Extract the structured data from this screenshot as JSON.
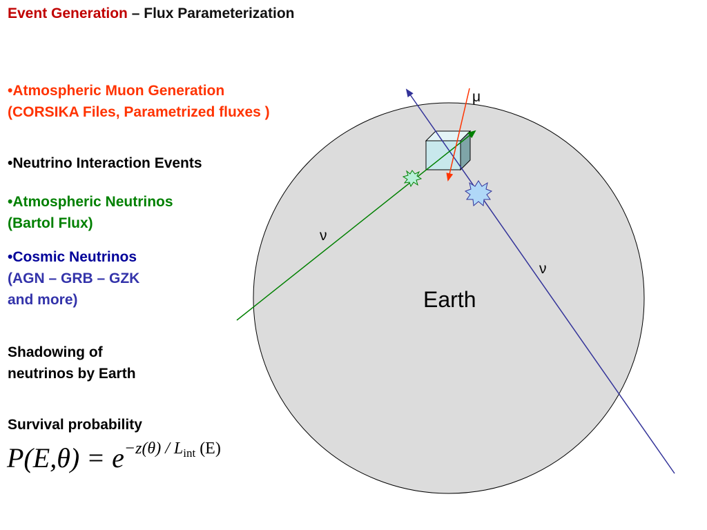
{
  "title": {
    "part1": "Event Generation",
    "part2": " – Flux Parameterization"
  },
  "bullets": {
    "muon_line1": "•Atmospheric Muon Generation",
    "muon_line2": "(CORSIKA Files, Parametrized fluxes )",
    "neutrino_interaction": "•Neutrino Interaction Events",
    "atm_line1": "•Atmospheric Neutrinos",
    "atm_line2": "(Bartol Flux)",
    "cosmic_head": "•Cosmic Neutrinos",
    "cosmic_line2": "(AGN – GRB – GZK",
    "cosmic_line3": "and more)"
  },
  "shadowing": {
    "line1": "Shadowing of",
    "line2": "neutrinos by Earth"
  },
  "survival": {
    "label": "Survival probability"
  },
  "formula": {
    "lhs": "P(E,θ) = e",
    "exponent": "−z(θ) / L",
    "subscript": "int",
    "exponent_tail": " (E)"
  },
  "diagram": {
    "earth_label": "Earth",
    "nu_label_left": "ν",
    "nu_label_right": "ν",
    "mu_label": "μ",
    "colors": {
      "earth_fill": "#dcdcdc",
      "atmospheric_neutrino": "#008000",
      "cosmic_neutrino": "#333399",
      "muon": "#ff3300",
      "detector": "#c8e8ec"
    }
  }
}
